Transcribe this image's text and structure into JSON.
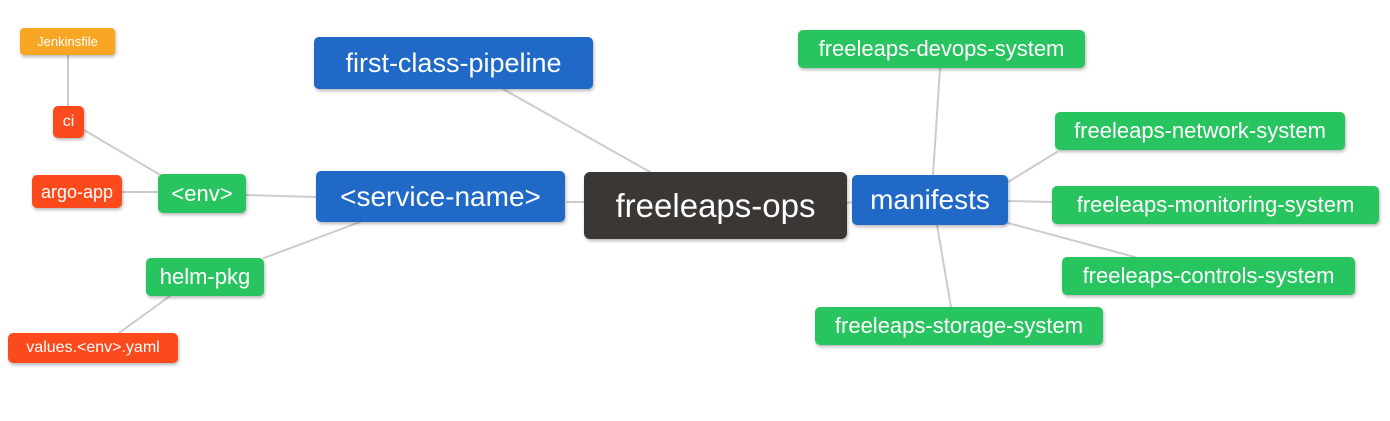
{
  "diagram": {
    "type": "mindmap",
    "root_label": "freeleaps-ops",
    "colors": {
      "root_bg": "#3b3735",
      "branch_bg": "#2069c7",
      "leaf_bg": "#28c45f",
      "file_orange_bg": "#f8a623",
      "file_red_bg": "#fc4a1c",
      "edge": "#cccccc",
      "text": "#ffffff"
    },
    "nodes": [
      {
        "id": "jenkinsfile",
        "label": "Jenkinsfile",
        "color_key": "file_orange_bg"
      },
      {
        "id": "ci",
        "label": "ci",
        "color_key": "file_red_bg"
      },
      {
        "id": "argo-app",
        "label": "argo-app",
        "color_key": "file_red_bg"
      },
      {
        "id": "env",
        "label": "<env>",
        "color_key": "leaf_bg"
      },
      {
        "id": "helm-pkg",
        "label": "helm-pkg",
        "color_key": "leaf_bg"
      },
      {
        "id": "values-env-yaml",
        "label": "values.<env>.yaml",
        "color_key": "file_red_bg"
      },
      {
        "id": "service-name",
        "label": "<service-name>",
        "color_key": "branch_bg"
      },
      {
        "id": "first-class-pipeline",
        "label": "first-class-pipeline",
        "color_key": "branch_bg"
      },
      {
        "id": "freeleaps-ops",
        "label": "freeleaps-ops",
        "color_key": "root_bg"
      },
      {
        "id": "manifests",
        "label": "manifests",
        "color_key": "branch_bg"
      },
      {
        "id": "freeleaps-devops-system",
        "label": "freeleaps-devops-system",
        "color_key": "leaf_bg"
      },
      {
        "id": "freeleaps-network-system",
        "label": "freeleaps-network-system",
        "color_key": "leaf_bg"
      },
      {
        "id": "freeleaps-monitoring-system",
        "label": "freeleaps-monitoring-system",
        "color_key": "leaf_bg"
      },
      {
        "id": "freeleaps-controls-system",
        "label": "freeleaps-controls-system",
        "color_key": "leaf_bg"
      },
      {
        "id": "freeleaps-storage-system",
        "label": "freeleaps-storage-system",
        "color_key": "leaf_bg"
      }
    ],
    "edges": [
      {
        "from": "Jenkinsfile",
        "to": "ci"
      },
      {
        "from": "ci",
        "to": "<env>"
      },
      {
        "from": "argo-app",
        "to": "<env>"
      },
      {
        "from": "<env>",
        "to": "<service-name>"
      },
      {
        "from": "<service-name>",
        "to": "helm-pkg"
      },
      {
        "from": "helm-pkg",
        "to": "values.<env>.yaml"
      },
      {
        "from": "<service-name>",
        "to": "freeleaps-ops"
      },
      {
        "from": "first-class-pipeline",
        "to": "freeleaps-ops"
      },
      {
        "from": "freeleaps-ops",
        "to": "manifests"
      },
      {
        "from": "manifests",
        "to": "freeleaps-devops-system"
      },
      {
        "from": "manifests",
        "to": "freeleaps-network-system"
      },
      {
        "from": "manifests",
        "to": "freeleaps-monitoring-system"
      },
      {
        "from": "manifests",
        "to": "freeleaps-controls-system"
      },
      {
        "from": "manifests",
        "to": "freeleaps-storage-system"
      }
    ]
  }
}
